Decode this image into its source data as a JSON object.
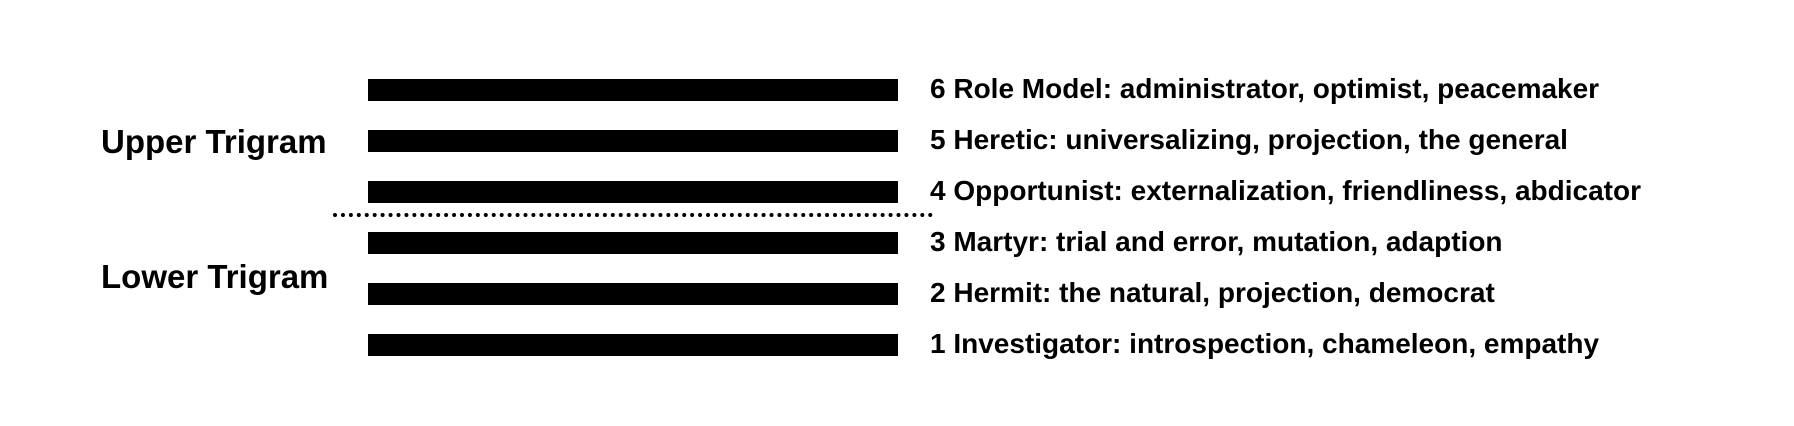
{
  "trigrams": {
    "upper_label": "Upper Trigram",
    "lower_label": "Lower Trigram"
  },
  "lines": [
    {
      "number": 6,
      "text": "6 Role Model: administrator, optimist, peacemaker"
    },
    {
      "number": 5,
      "text": "5 Heretic: universalizing, projection, the general"
    },
    {
      "number": 4,
      "text": "4 Opportunist: externalization, friendliness, abdicator"
    },
    {
      "number": 3,
      "text": "3 Martyr: trial and error, mutation, adaption"
    },
    {
      "number": 2,
      "text": "2 Hermit: the natural, projection, democrat"
    },
    {
      "number": 1,
      "text": "1 Investigator: introspection, chameleon, empathy"
    }
  ],
  "colors": {
    "bar": "#000000",
    "text": "#000000",
    "background": "#ffffff"
  }
}
